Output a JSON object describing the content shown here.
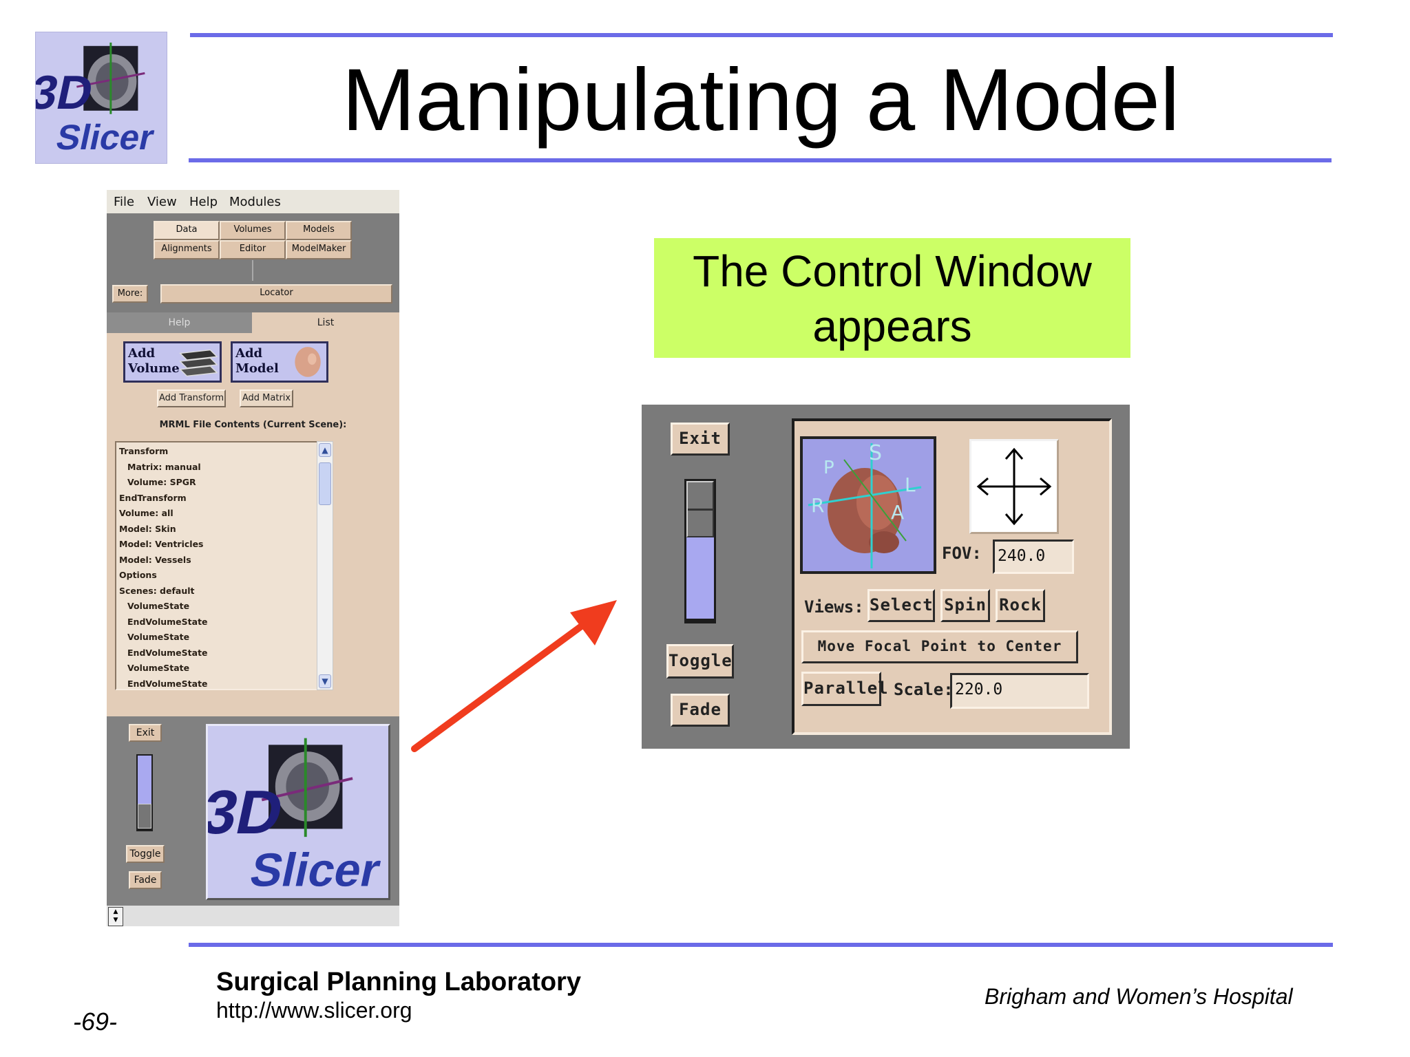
{
  "slide": {
    "title": "Manipulating a Model",
    "callout": {
      "line1": "The Control Window",
      "line2": "appears"
    },
    "footer": {
      "lab": "Surgical Planning Laboratory",
      "url": "http://www.slicer.org",
      "hospital": "Brigham and Women’s Hospital",
      "page": "-69-"
    },
    "logo": {
      "text_3d": "3D",
      "text_slicer": "Slicer"
    }
  },
  "main_window": {
    "menu": [
      "File",
      "View",
      "Help",
      "Modules"
    ],
    "modules": {
      "row1": [
        "Data",
        "Volumes",
        "Models"
      ],
      "row2": [
        "Alignments",
        "Editor",
        "ModelMaker"
      ],
      "active": "Data"
    },
    "more_label": "More:",
    "locator_label": "Locator",
    "tabs": {
      "help": "Help",
      "list": "List"
    },
    "add_volume": {
      "line1": "Add",
      "line2": "Volume"
    },
    "add_model": {
      "line1": "Add",
      "line2": "Model"
    },
    "add_transform": "Add Transform",
    "add_matrix": "Add Matrix",
    "mrml_label": "MRML File Contents (Current Scene):",
    "mrml_items": [
      {
        "text": "Transform",
        "indent": 0
      },
      {
        "text": "Matrix: manual",
        "indent": 1
      },
      {
        "text": "Volume: SPGR",
        "indent": 1
      },
      {
        "text": "EndTransform",
        "indent": 0
      },
      {
        "text": "Volume: all",
        "indent": 0
      },
      {
        "text": "Model: Skin",
        "indent": 0
      },
      {
        "text": "Model: Ventricles",
        "indent": 0
      },
      {
        "text": "Model: Vessels",
        "indent": 0
      },
      {
        "text": "Options",
        "indent": 0
      },
      {
        "text": "Scenes: default",
        "indent": 0
      },
      {
        "text": "VolumeState",
        "indent": 1
      },
      {
        "text": "EndVolumeState",
        "indent": 1
      },
      {
        "text": "VolumeState",
        "indent": 1
      },
      {
        "text": "EndVolumeState",
        "indent": 1
      },
      {
        "text": "VolumeState",
        "indent": 1
      },
      {
        "text": "EndVolumeState",
        "indent": 1
      }
    ],
    "viewer_controls": {
      "exit": "Exit",
      "toggle": "Toggle",
      "fade": "Fade"
    }
  },
  "control_window": {
    "exit": "Exit",
    "toggle": "Toggle",
    "fade": "Fade",
    "orientation_labels": {
      "s": "S",
      "p": "P",
      "l": "L",
      "r": "R",
      "a": "A"
    },
    "fov_label": "FOV:",
    "fov_value": "240.0",
    "views_label": "Views:",
    "view_buttons": [
      "Select",
      "Spin",
      "Rock"
    ],
    "move_focal": "Move Focal Point to Center",
    "parallel": "Parallel",
    "scale_label": "Scale:",
    "scale_value": "220.0"
  },
  "colors": {
    "rule": "#6b6be8",
    "callout_bg": "#ccff66",
    "arrow": "#f03c1e",
    "tan": "#e3cdb8",
    "logo_bg": "#c9c9ef"
  }
}
